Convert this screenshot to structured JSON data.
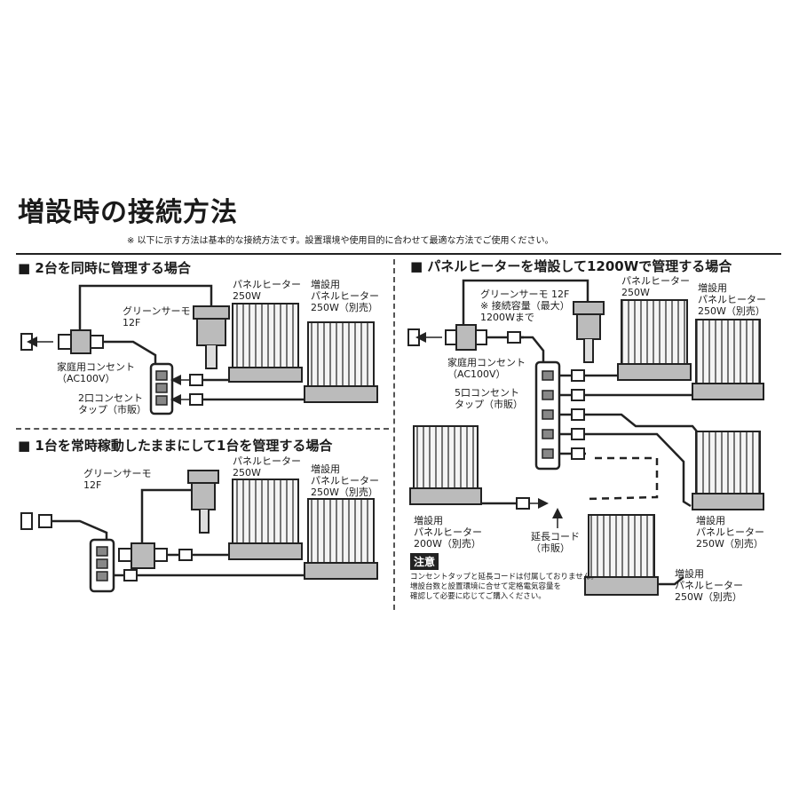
{
  "title": "増設時の接続方法",
  "note": "※ 以下に示す方法は基本的な接続方法です。設置環境や使用目的に合わせて最適な方法でご使用ください。",
  "section1": {
    "heading": "■ 2台を同時に管理する場合",
    "thermo": "グリーンサーモ\n12F",
    "heater": "パネルヒーター\n250W",
    "heater_ext": "増設用\nパネルヒーター\n250W（別売）",
    "outlet": "家庭用コンセント\n（AC100V）",
    "tap": "2口コンセント\nタップ（市販）"
  },
  "section2": {
    "heading": "■ 1台を常時稼動したままにして1台を管理する場合",
    "thermo": "グリーンサーモ\n12F",
    "heater": "パネルヒーター\n250W",
    "heater_ext": "増設用\nパネルヒーター\n250W（別売）"
  },
  "section3": {
    "heading": "■ パネルヒーターを増設して1200Wで管理する場合",
    "thermo": "グリーンサーモ 12F\n※ 接続容量（最大）\n1200Wまで",
    "heater": "パネルヒーター\n250W",
    "heater_ext1": "増設用\nパネルヒーター\n250W（別売）",
    "outlet": "家庭用コンセント\n（AC100V）",
    "tap": "5口コンセント\nタップ（市販）",
    "heater_200": "増設用\nパネルヒーター\n200W（別売）",
    "extension": "延長コード\n（市販）",
    "heater_ext2": "増設用\nパネルヒーター\n250W（別売）",
    "heater_ext3": "増設用\nパネルヒーター\n250W（別売）",
    "caution_label": "注意",
    "caution_text": "コンセントタップと延長コードは付属しておりません。\n増設台数と設置環境に合せて定格電気容量を\n確認して必要に応じてご購入ください。"
  }
}
